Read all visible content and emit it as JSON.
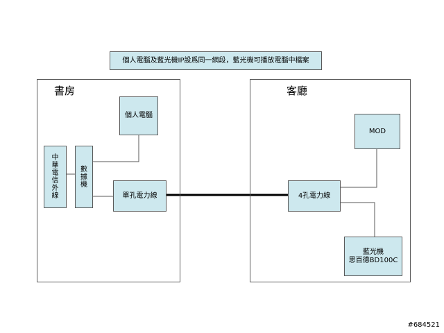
{
  "title": "個人電腦及藍光機IP設爲同一網段，藍光機可播放電腦中檔案",
  "rooms": {
    "study": {
      "label": "書房"
    },
    "living": {
      "label": "客廳"
    }
  },
  "nodes": {
    "telecom_line": {
      "chars": [
        "中",
        "華",
        "電",
        "信",
        "外",
        "線"
      ]
    },
    "modem": {
      "chars": [
        "數",
        "據",
        "機"
      ]
    },
    "pc": {
      "label": "個人電腦"
    },
    "single_outlet": {
      "label": "單孔電力線"
    },
    "mod": {
      "label": "MOD"
    },
    "four_outlet": {
      "label": "4孔電力線"
    },
    "bluray": {
      "line1": "藍光機",
      "line2": "思百德BD100C"
    }
  },
  "watermark": "#684521"
}
